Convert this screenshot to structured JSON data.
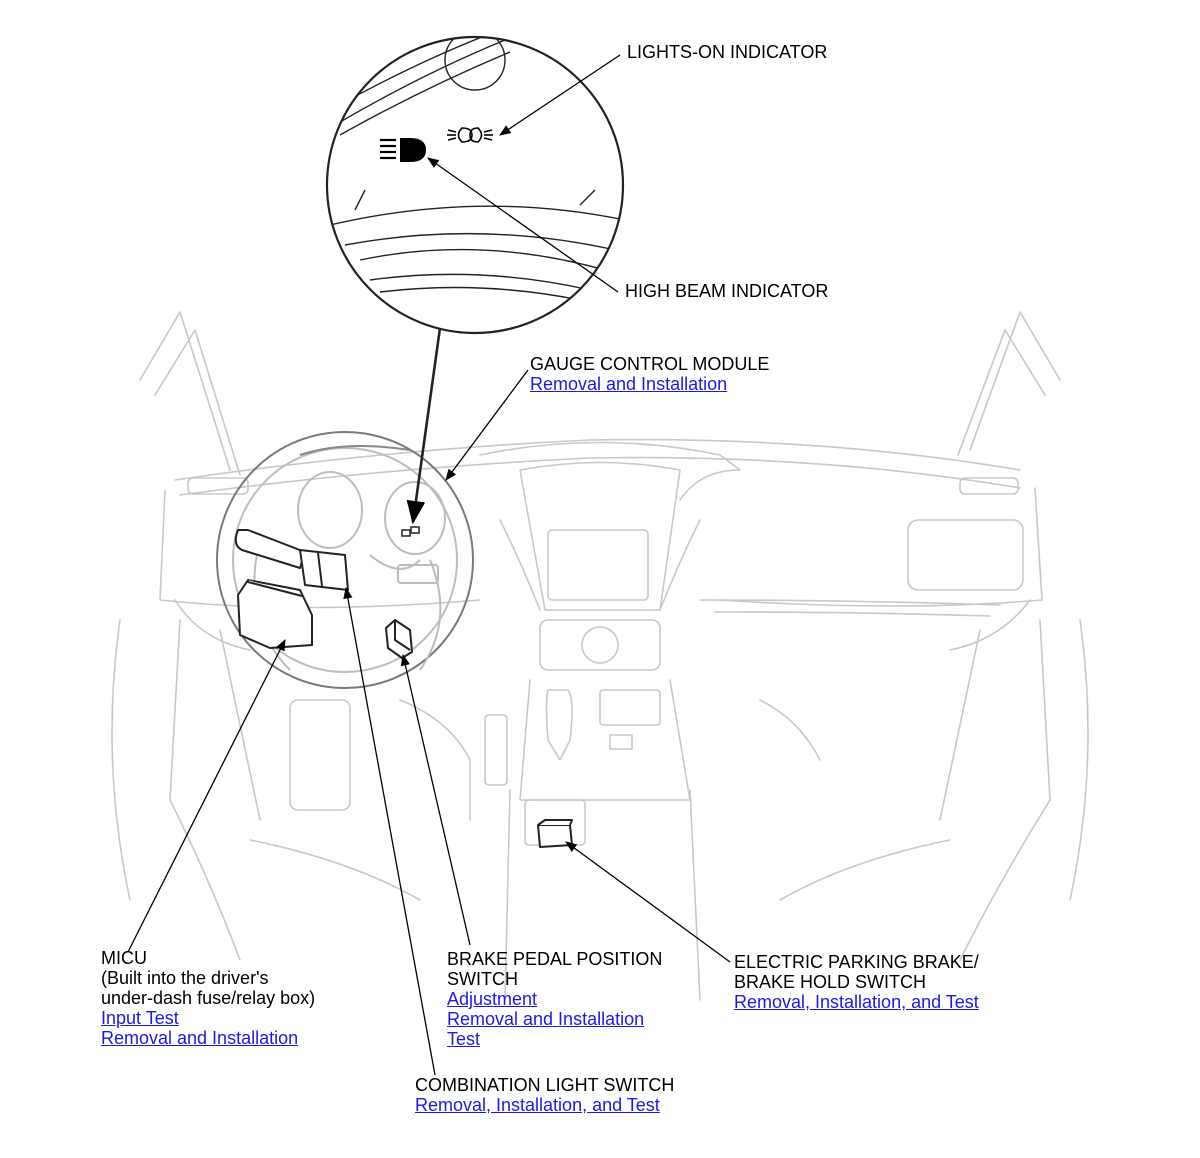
{
  "callouts": {
    "lights_on": {
      "title": "LIGHTS-ON INDICATOR"
    },
    "high_beam": {
      "title": "HIGH BEAM INDICATOR"
    },
    "gauge": {
      "title": "GAUGE CONTROL MODULE",
      "links": [
        "Removal and Installation"
      ]
    },
    "micu": {
      "lines": [
        "MICU",
        "(Built into the driver's",
        "under-dash fuse/relay box)"
      ],
      "links": [
        "Input Test",
        "Removal and Installation"
      ]
    },
    "brake_pedal": {
      "lines": [
        "BRAKE PEDAL POSITION",
        "SWITCH"
      ],
      "links": [
        "Adjustment",
        "Removal and Installation",
        "Test"
      ]
    },
    "epb": {
      "lines": [
        "ELECTRIC PARKING BRAKE/",
        "BRAKE HOLD SWITCH"
      ],
      "links": [
        "Removal, Installation, and Test"
      ]
    },
    "combo": {
      "title": "COMBINATION LIGHT SWITCH",
      "links": [
        "Removal, Installation, and Test"
      ]
    }
  },
  "colors": {
    "link": "#1a1ae6",
    "line_art": "#c8c8c8",
    "leader": "#000000"
  },
  "icons": {
    "high_beam": "high-beam-indicator-icon",
    "lights_on": "lights-on-indicator-icon"
  }
}
